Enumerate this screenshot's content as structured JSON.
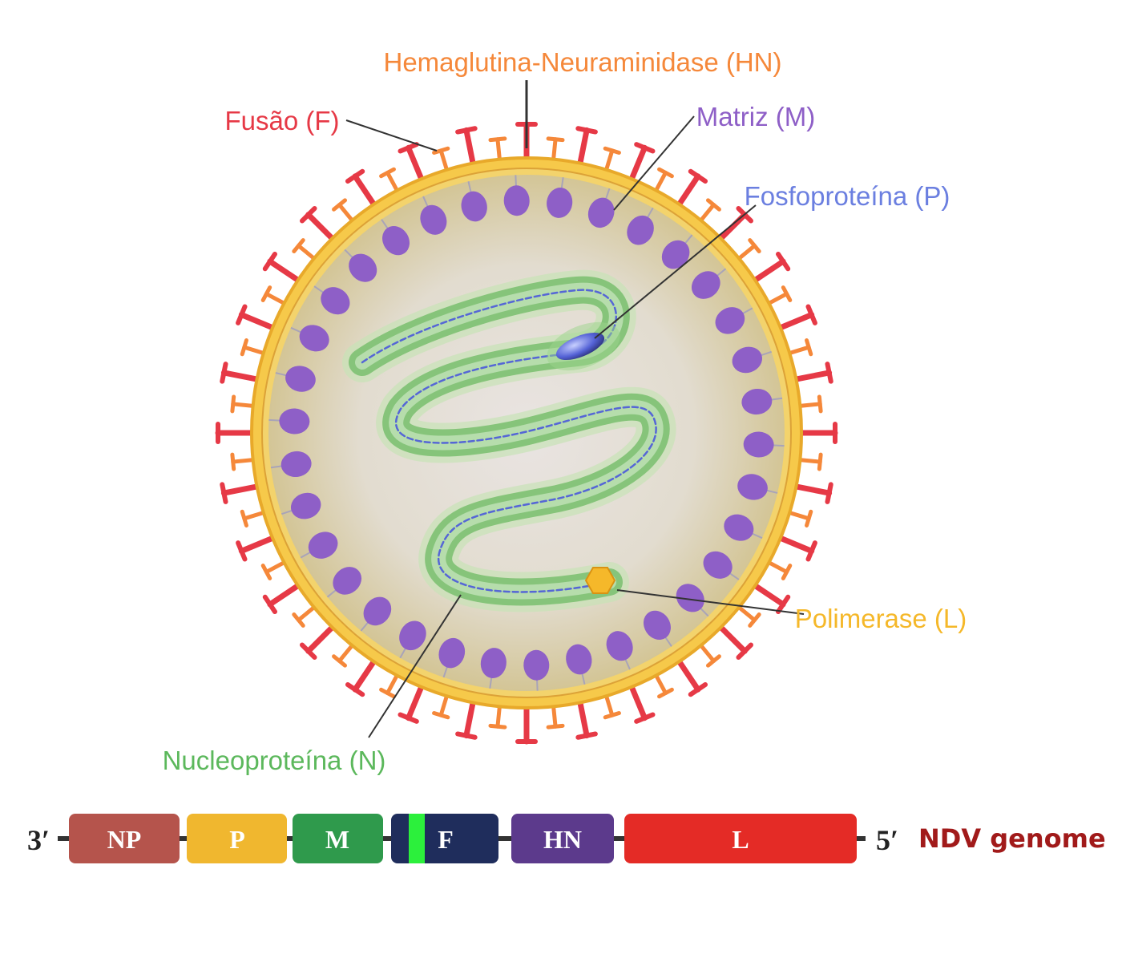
{
  "labels": {
    "hn": "Hemaglutina-Neuraminidase (HN)",
    "f": "Fusão (F)",
    "m": "Matriz (M)",
    "p": "Fosfoproteína (P)",
    "l": "Polimerase (L)",
    "n": "Nucleoproteína (N)"
  },
  "genome": {
    "left_end": "3′",
    "right_end": "5′",
    "title": "NDV genome",
    "segments": [
      "NP",
      "P",
      "M",
      "F",
      "HN",
      "L"
    ]
  },
  "colors": {
    "hn": "#f5883a",
    "f": "#e63946",
    "m": "#8e5fc7",
    "p": "#6b7fe0",
    "l": "#f5b82a",
    "n": "#5cb85c",
    "seg_np": "#b5544c",
    "seg_p": "#f0b72f",
    "seg_m": "#2f9a4c",
    "seg_f": "#1f2d5c",
    "seg_hn": "#5c3a8c",
    "seg_l": "#e42b26",
    "ndv_title": "#a11a1a"
  }
}
